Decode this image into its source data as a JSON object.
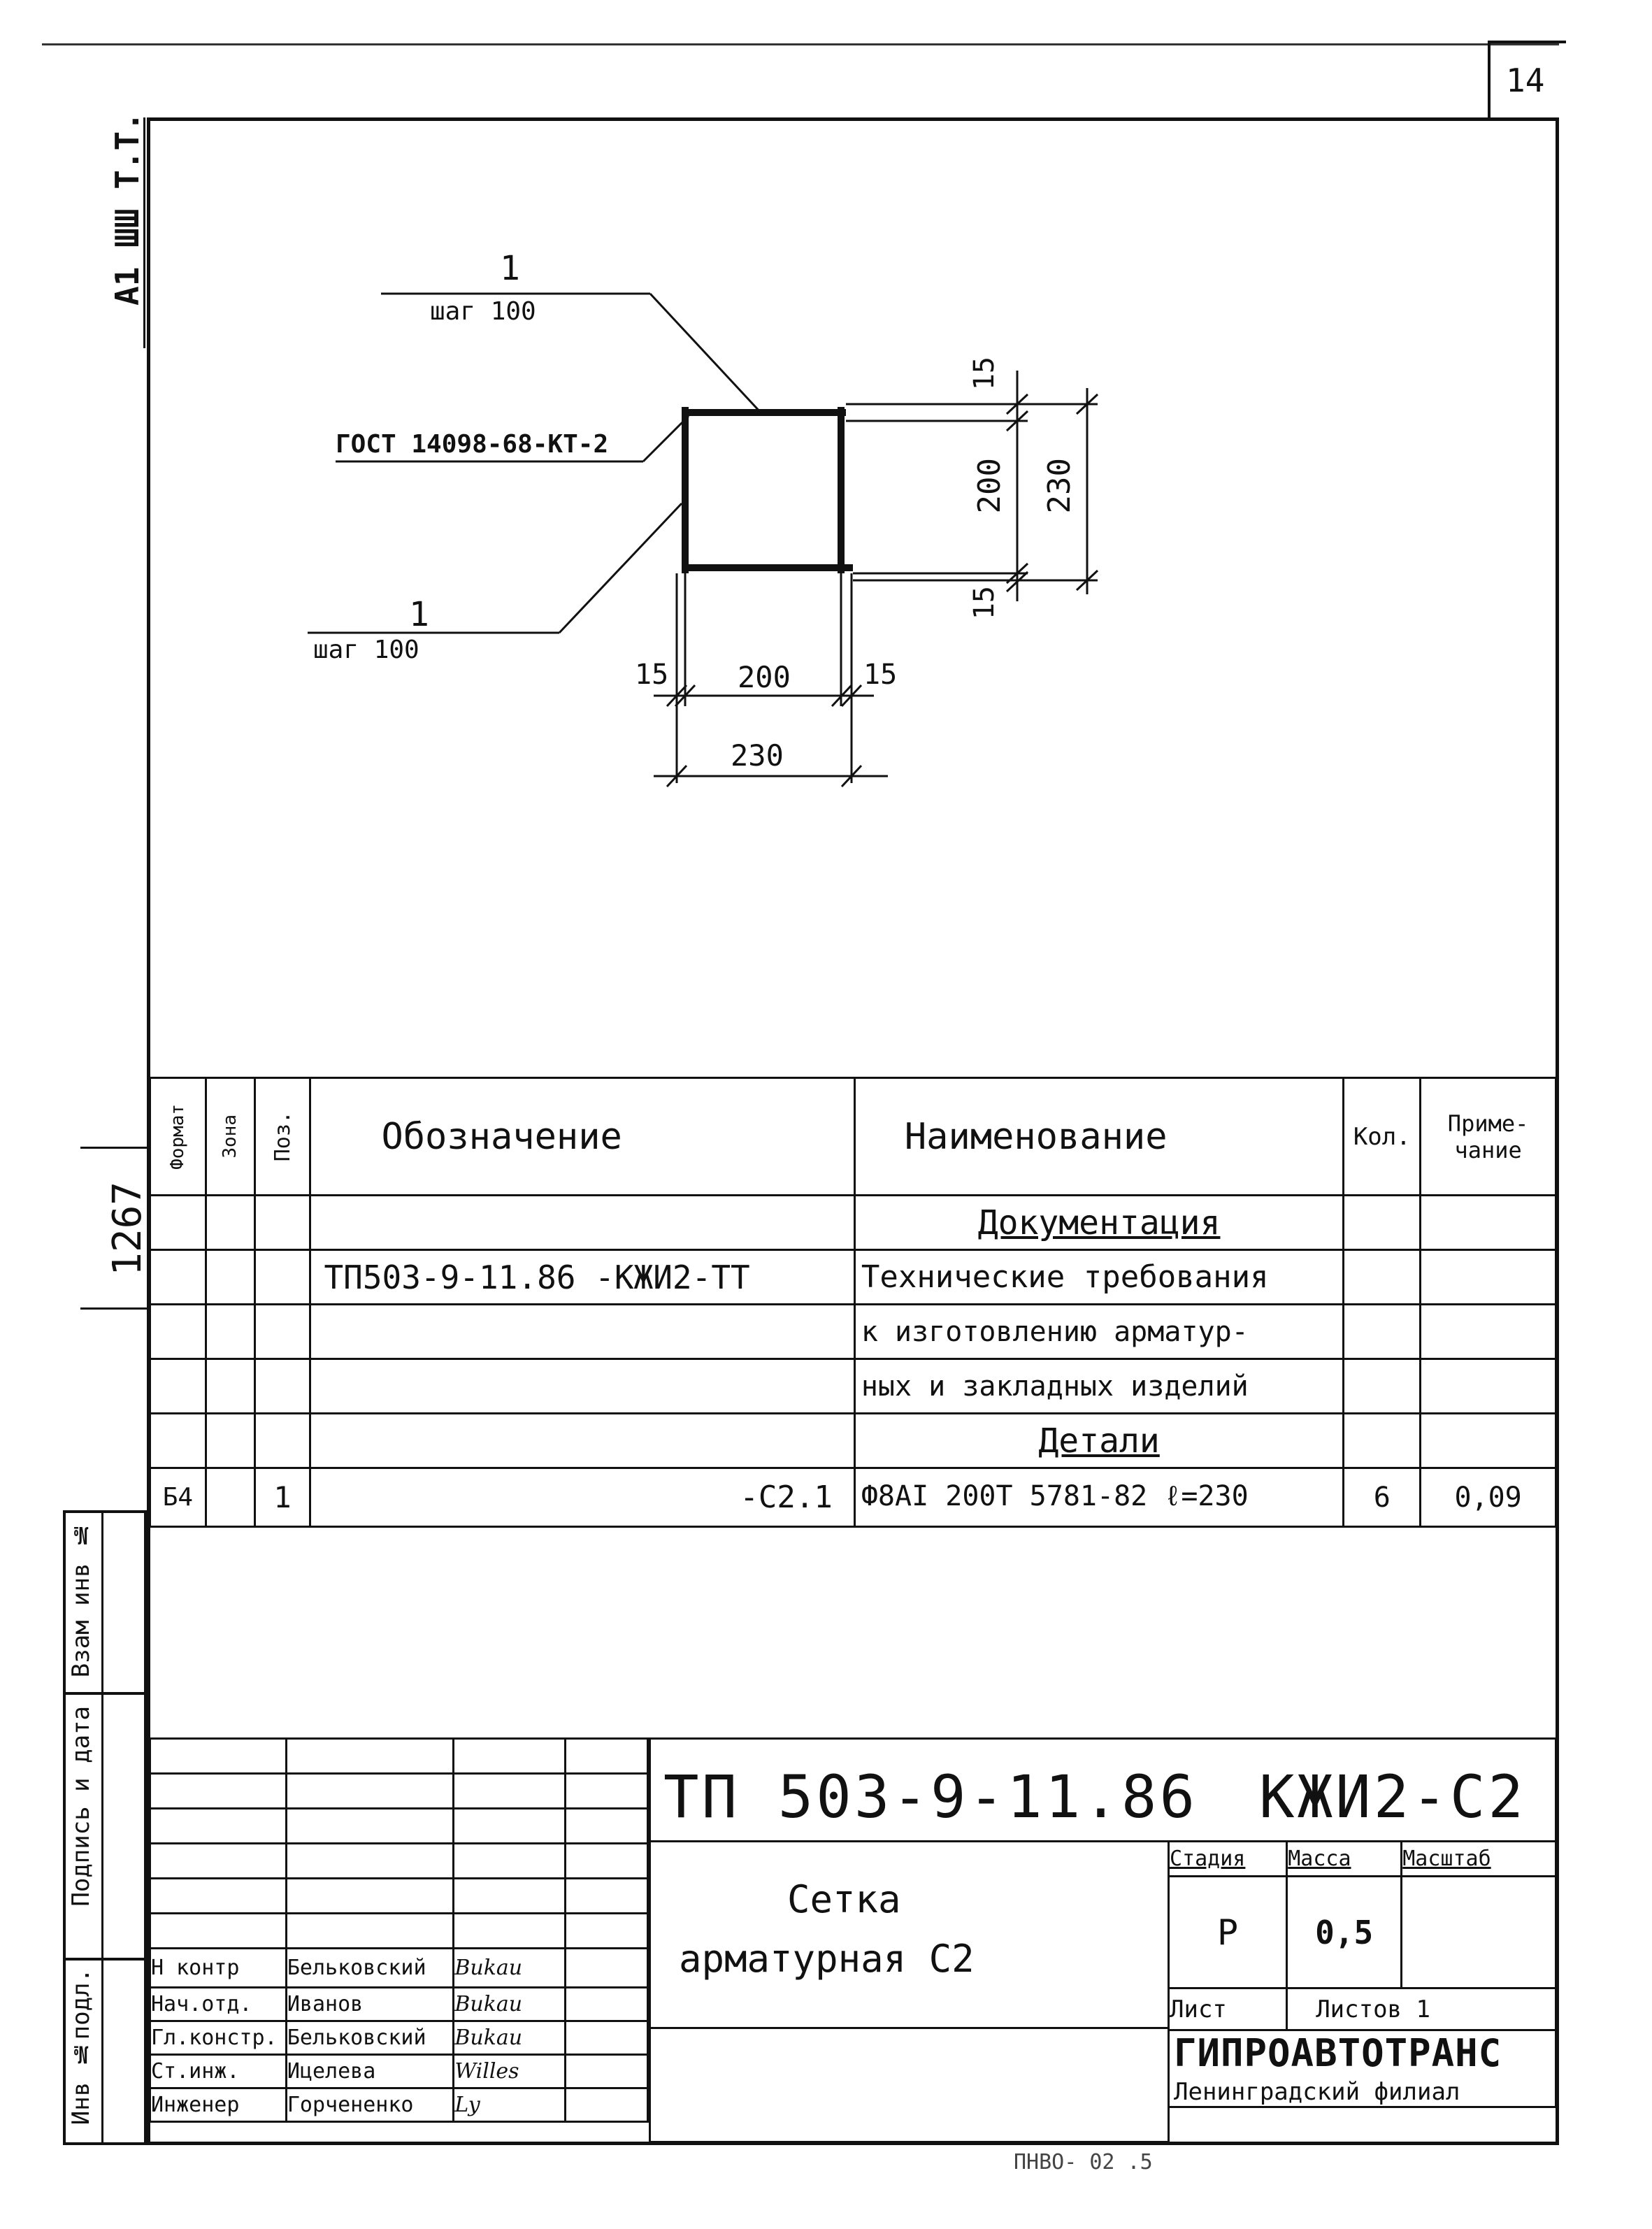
{
  "sheet_number": "14",
  "side_label_top": "A1 ШШ Т.Т.",
  "side_inv_number": "1267",
  "side_labels": {
    "vzam_inv": "Взам инв №",
    "sign_date": "Подпись и дата",
    "inv_podl": "Инв №подл."
  },
  "drawing": {
    "leader_top_pos": "1",
    "leader_top_step": "шаг 100",
    "leader_gost": "ГОСТ 14098-68-КТ-2",
    "leader_bottom_pos": "1",
    "leader_bottom_step": "шаг 100",
    "dim_top_15": "15",
    "dim_200_v": "200",
    "dim_230_v": "230",
    "dim_bottom_15": "15",
    "dim_left_15": "15",
    "dim_200_h": "200",
    "dim_right_15": "15",
    "dim_230_h": "230"
  },
  "spec_table": {
    "headers": {
      "format": "Формат",
      "zone": "Зона",
      "pos": "Поз.",
      "designation": "Обозначение",
      "name": "Наименование",
      "qty": "Кол.",
      "note": "Приме-чание"
    },
    "rows": [
      {
        "format": "",
        "zone": "",
        "pos": "",
        "designation": "",
        "name": "Документация",
        "qty": "",
        "note": "",
        "underlined": true
      },
      {
        "format": "",
        "zone": "",
        "pos": "",
        "designation": "ТП503-9-11.86 -КЖИ2-ТТ",
        "name": "Технические требования",
        "qty": "",
        "note": ""
      },
      {
        "format": "",
        "zone": "",
        "pos": "",
        "designation": "",
        "name": "к изготовлению арматур-",
        "qty": "",
        "note": ""
      },
      {
        "format": "",
        "zone": "",
        "pos": "",
        "designation": "",
        "name": "ных и закладных изделий",
        "qty": "",
        "note": ""
      },
      {
        "format": "",
        "zone": "",
        "pos": "",
        "designation": "",
        "name": "Детали",
        "qty": "",
        "note": "",
        "underlined": true
      },
      {
        "format": "Б4",
        "zone": "",
        "pos": "1",
        "designation": "-С2.1",
        "name": "Ф8АI 200Т 5781-82 ℓ=230",
        "qty": "6",
        "note": "0,09"
      }
    ]
  },
  "title_block": {
    "doc_code": "ТП 503-9-11.86",
    "doc_mark": "КЖИ2-С2",
    "title_line1": "Сетка",
    "title_line2": "арматурная С2",
    "stage_label": "Стадия",
    "mass_label": "Масса",
    "scale_label": "Масштаб",
    "stage_value": "Р",
    "mass_value": "0,5",
    "scale_value": "",
    "sheet_label": "Лист",
    "sheets_label": "Листов 1",
    "org_name": "ГИПРОАВТОТРАНС",
    "org_branch": "Ленинградский филиал",
    "signers": [
      {
        "role": "Н контр",
        "name": "Бельковский",
        "sign": "Bukau"
      },
      {
        "role": "Нач.отд.",
        "name": "Иванов",
        "sign": "Bukau"
      },
      {
        "role": "Гл.констр.",
        "name": "Бельковский",
        "sign": "Bukau"
      },
      {
        "role": "Ст.инж.",
        "name": "Ицелева",
        "sign": "Willes"
      },
      {
        "role": "Инженер",
        "name": "Горчененко",
        "sign": "Ly"
      }
    ]
  },
  "bottom_fragment": "ПНВО- 02   .5"
}
